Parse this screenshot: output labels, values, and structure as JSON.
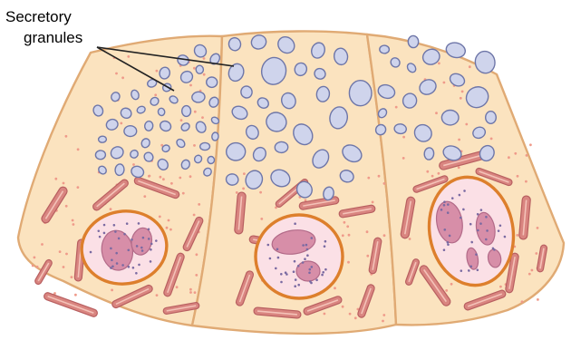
{
  "label": {
    "line1": "Secretory",
    "line2": "granules"
  },
  "colors": {
    "cytoplasm": "#fbe3bf",
    "cell_border": "#e0aa74",
    "granule_fill": "#cfd4ec",
    "granule_stroke": "#6e76a8",
    "nucleus_envelope": "#dd7f2c",
    "nucleoplasm": "#fbe0e6",
    "nucleolus": "#d78ea8",
    "chromatin": "#7a6aa2",
    "mitochondria": "#d98580",
    "ribosome_dots": "#ef9a8a",
    "leader_lines": "#222222"
  },
  "icons": [
    "cell-shape",
    "secretory-granule",
    "nucleus",
    "mitochondrion"
  ]
}
